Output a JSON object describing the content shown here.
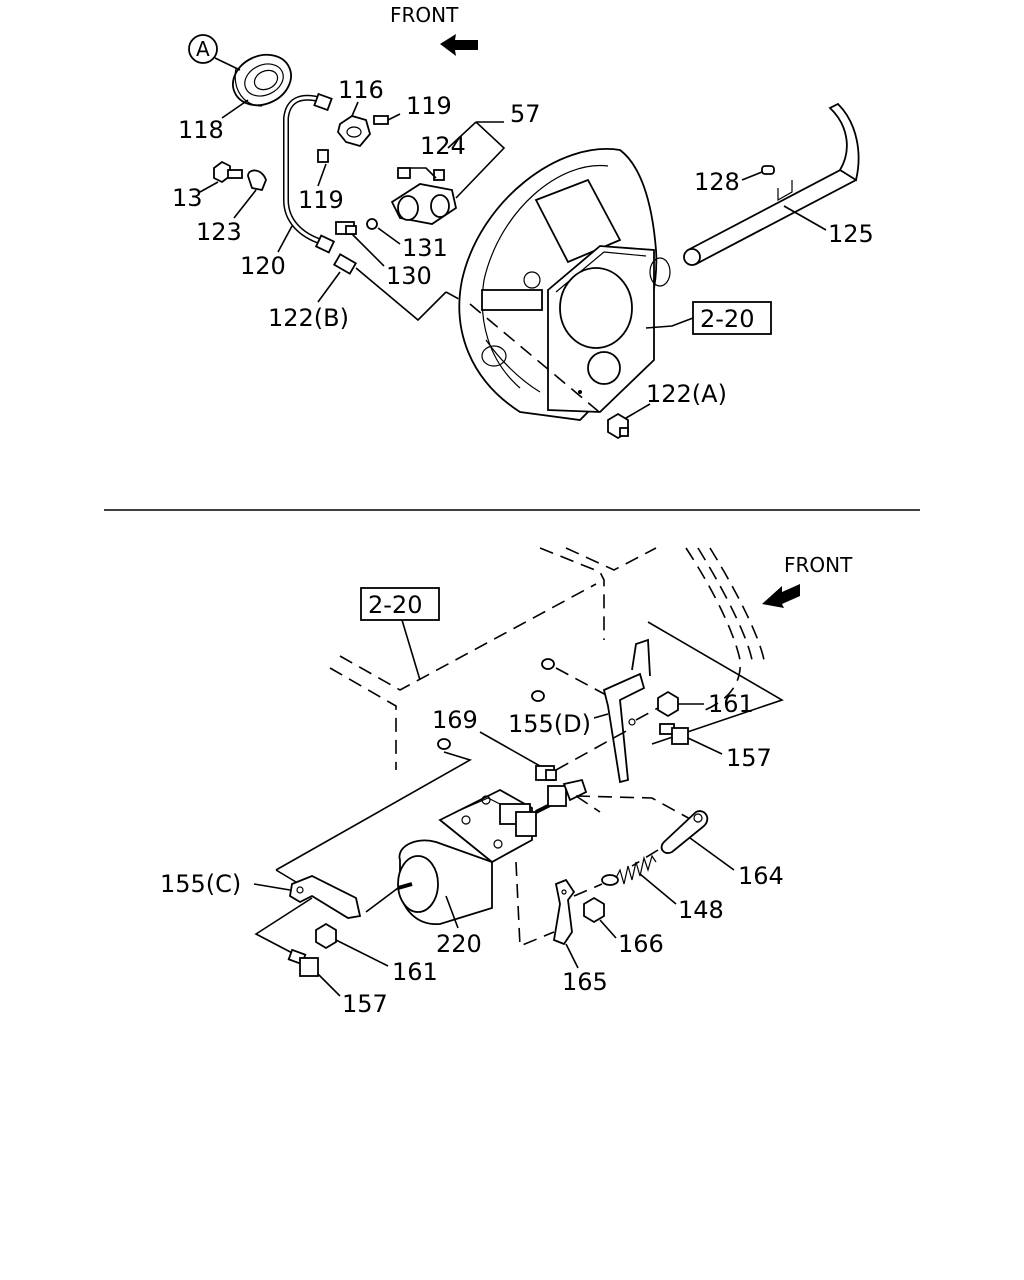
{
  "top_view": {
    "front_label": "FRONT",
    "ref_box_label": "2-20",
    "circle_marker": "A",
    "callouts": {
      "p118": "118",
      "p116": "116",
      "p119a": "119",
      "p57": "57",
      "p124": "124",
      "p13": "13",
      "p119b": "119",
      "p123": "123",
      "p131": "131",
      "p120": "120",
      "p130": "130",
      "p122b": "122(B)",
      "p128": "128",
      "p125": "125",
      "p122a": "122(A)"
    }
  },
  "bottom_view": {
    "front_label": "FRONT",
    "ref_box_label": "2-20",
    "callouts": {
      "p161a": "161",
      "p169": "169",
      "p155d": "155(D)",
      "p157a": "157",
      "p164": "164",
      "p155c": "155(C)",
      "p148": "148",
      "p166": "166",
      "p220": "220",
      "p161b": "161",
      "p165": "165",
      "p157b": "157"
    }
  },
  "icons": {
    "front_arrow": "front-arrow-icon"
  }
}
